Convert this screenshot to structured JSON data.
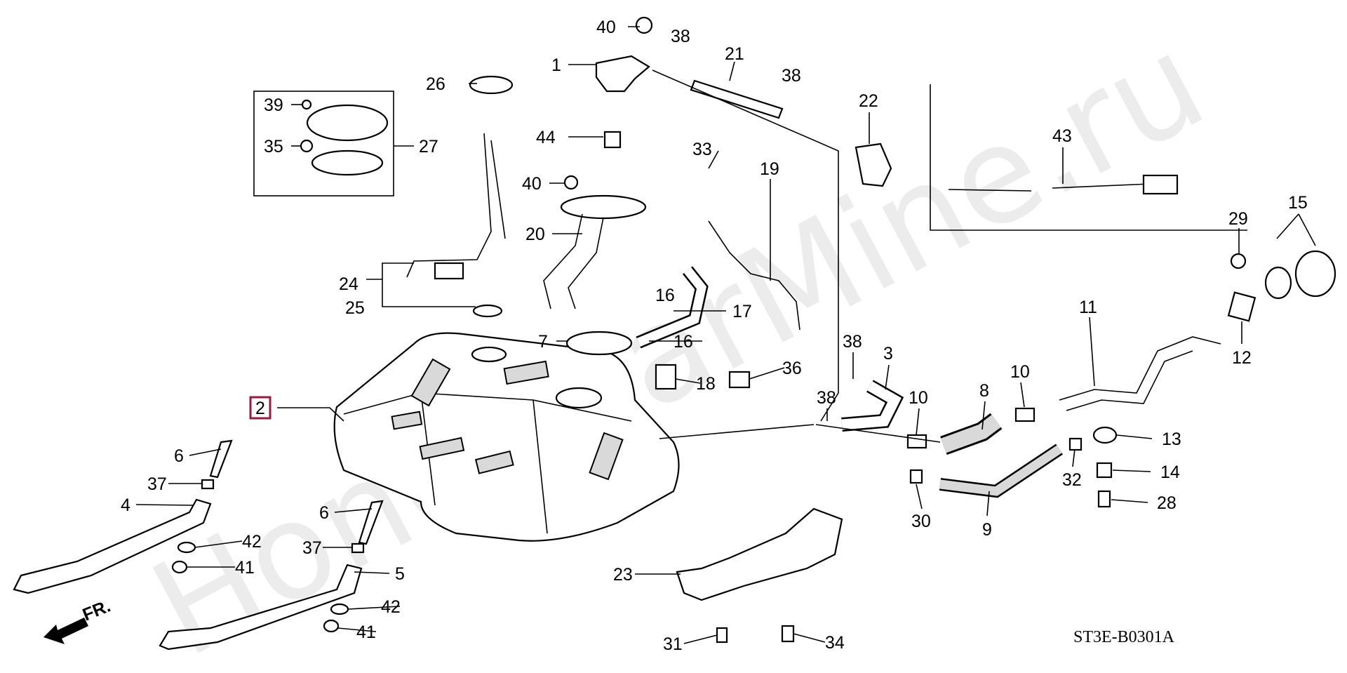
{
  "diagram": {
    "watermark": "HondaCarMine.ru",
    "diagram_code": "ST3E-B0301A",
    "front_arrow_label": "FR.",
    "highlighted_callout": "2",
    "highlight_color": "#9b1b3f",
    "callouts": [
      "40",
      "38",
      "21",
      "1",
      "26",
      "38",
      "39",
      "22",
      "43",
      "44",
      "35",
      "27",
      "33",
      "19",
      "40",
      "20",
      "29",
      "15",
      "24",
      "16",
      "17",
      "25",
      "11",
      "7",
      "16",
      "38",
      "3",
      "12",
      "36",
      "18",
      "10",
      "10",
      "8",
      "38",
      "2",
      "13",
      "6",
      "32",
      "14",
      "37",
      "4",
      "28",
      "30",
      "9",
      "6",
      "37",
      "42",
      "41",
      "5",
      "23",
      "42",
      "41",
      "31",
      "34"
    ]
  }
}
